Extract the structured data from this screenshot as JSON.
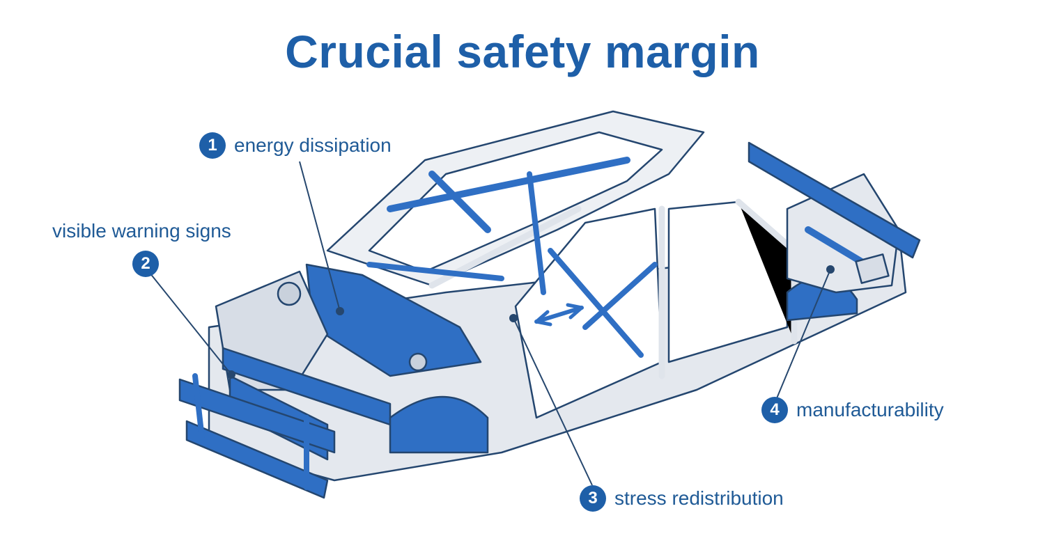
{
  "title": "Crucial safety margin",
  "callouts": [
    {
      "number": "1",
      "label": "energy dissipation"
    },
    {
      "number": "2",
      "label": "visible warning signs"
    },
    {
      "number": "3",
      "label": "stress redistribution"
    },
    {
      "number": "4",
      "label": "manufacturability"
    }
  ],
  "colors": {
    "accent": "#1e5fa8",
    "frame_blue": "#2f6fc4",
    "frame_grey": "#e4e8ee",
    "outline": "#24466f"
  },
  "icons": [
    "car-body-frame-illustration"
  ]
}
